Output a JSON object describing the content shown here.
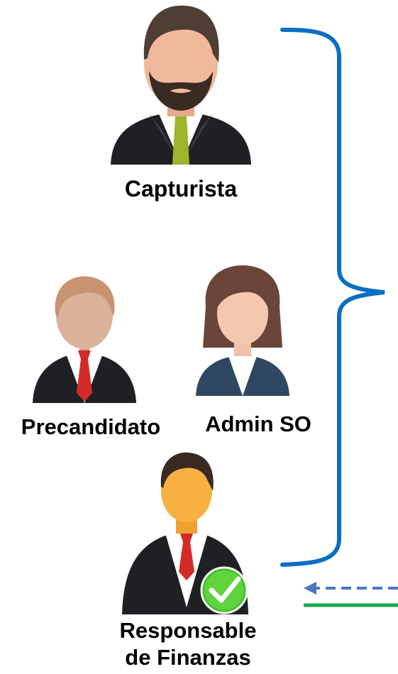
{
  "roles": [
    {
      "id": "capturista",
      "label": "Capturista",
      "icon": "male-user-beard-icon"
    },
    {
      "id": "precandidato",
      "label": "Precandidato",
      "icon": "male-user-red-tie-icon"
    },
    {
      "id": "admin_so",
      "label": "Admin SO",
      "icon": "female-user-icon"
    },
    {
      "id": "responsable",
      "label_line1": "Responsable",
      "label_line2": "de Finanzas",
      "icon": "male-user-check-icon"
    }
  ],
  "colors": {
    "bracket": "#0a6ec4",
    "dashed_arrow": "#4a76c9",
    "green_line": "#19a94a",
    "check_green": "#3fbf2a",
    "suit_dark": "#1e2023",
    "tie_red": "#d32a2a",
    "tie_green": "#9cb52a"
  }
}
